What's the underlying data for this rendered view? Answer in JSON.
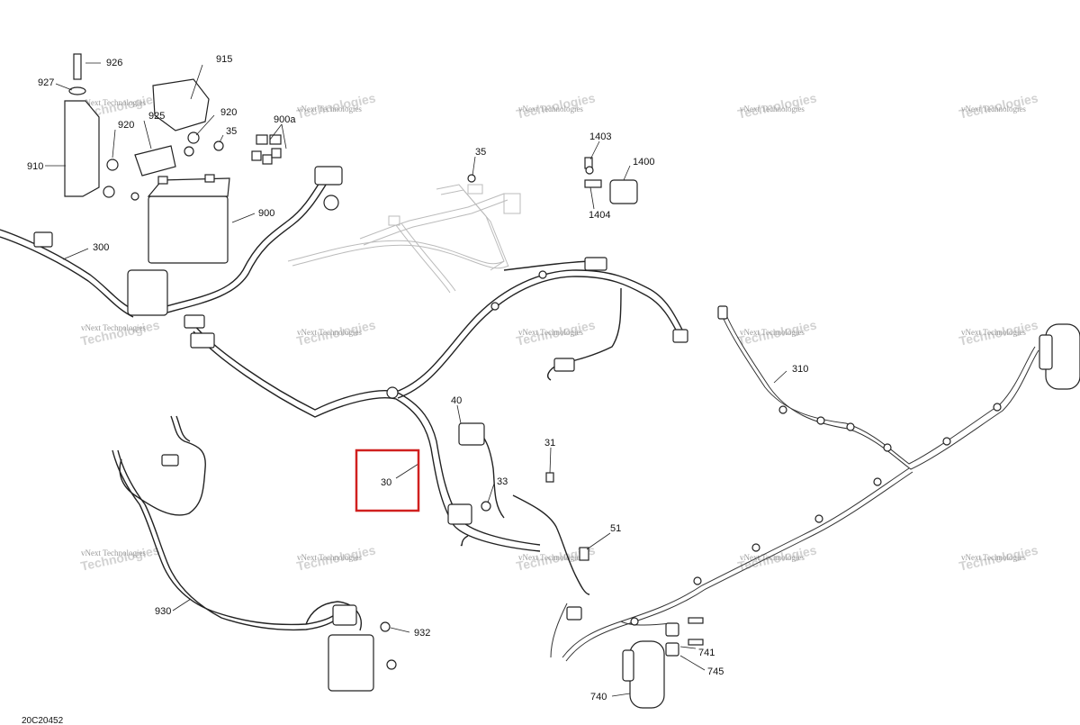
{
  "diagram_ref": "20C20452",
  "watermark": {
    "line1": "vNext Technologies",
    "line2": "Technologies"
  },
  "highlight": {
    "color": "#d0201f",
    "label": "30"
  },
  "parts": [
    "926",
    "927",
    "915",
    "925",
    "920",
    "920",
    "35",
    "900a",
    "910",
    "900",
    "300",
    "35",
    "1403",
    "1400",
    "1404",
    "310",
    "40",
    "31",
    "33",
    "51",
    "930",
    "932",
    "741",
    "745",
    "740"
  ]
}
